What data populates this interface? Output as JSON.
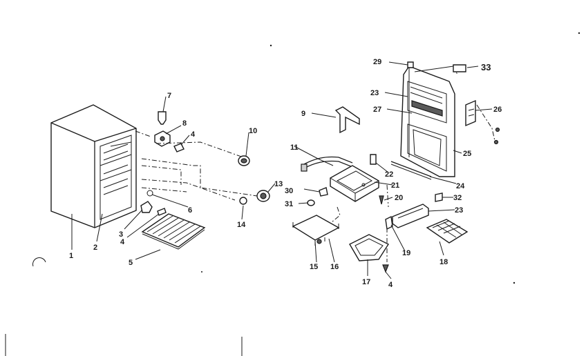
{
  "diagram": {
    "labels": {
      "p1": "1",
      "p2": "2",
      "p3": "3",
      "p4a": "4",
      "p4b": "4",
      "p4c": "4",
      "p5": "5",
      "p6": "6",
      "p7": "7",
      "p8": "8",
      "p9": "9",
      "p10": "10",
      "p11": "11",
      "p13": "13",
      "p14": "14",
      "p15": "15",
      "p16": "16",
      "p17": "17",
      "p18": "18",
      "p19": "19",
      "p20": "20",
      "p21": "21",
      "p22": "22",
      "p23a": "23",
      "p23b": "23",
      "p24": "24",
      "p25": "25",
      "p26": "26",
      "p27": "27",
      "p29": "29",
      "p30": "30",
      "p31": "31",
      "p32": "32",
      "p33": "33"
    }
  }
}
